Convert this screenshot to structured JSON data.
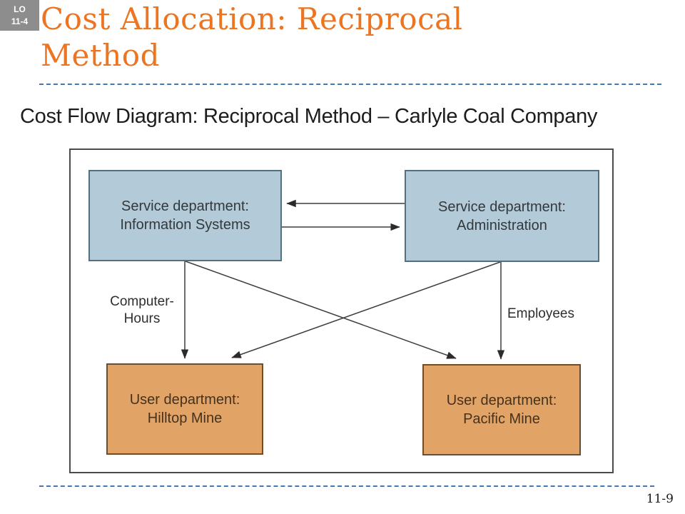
{
  "header": {
    "lo_badge": {
      "line1": "LO",
      "line2": "11-4"
    },
    "title_line1": "Cost Allocation: Reciprocal",
    "title_line2": "Method",
    "subtitle": "Cost Flow Diagram: Reciprocal Method – Carlyle Coal Company"
  },
  "diagram": {
    "boxes": [
      {
        "name": "service-information-systems",
        "label": "Service department:\nInformation Systems"
      },
      {
        "name": "service-administration",
        "label": "Service department:\nAdministration"
      },
      {
        "name": "user-hilltop-mine",
        "label": "User department:\nHilltop Mine"
      },
      {
        "name": "user-pacific-mine",
        "label": "User department:\nPacific Mine"
      }
    ],
    "edge_labels": [
      {
        "name": "computer-hours",
        "text": "Computer-\nHours"
      },
      {
        "name": "employees",
        "text": "Employees"
      }
    ],
    "arrows": [
      {
        "from": "service-administration",
        "to": "service-information-systems"
      },
      {
        "from": "service-information-systems",
        "to": "service-administration"
      },
      {
        "from": "service-information-systems",
        "to": "user-hilltop-mine"
      },
      {
        "from": "service-information-systems",
        "to": "user-pacific-mine"
      },
      {
        "from": "service-administration",
        "to": "user-hilltop-mine"
      },
      {
        "from": "service-administration",
        "to": "user-pacific-mine"
      }
    ],
    "colors": {
      "service_box_fill": "#b3cbd9",
      "service_box_border": "#54707f",
      "user_box_fill": "#e2a466",
      "user_box_border": "#6e4d28",
      "arrow": "#3d3d3d",
      "frame_border": "#4c4c4c"
    }
  },
  "footer": {
    "page_number": "11-9"
  },
  "theme": {
    "title_color": "#ed7420",
    "badge_background": "#8d8d8d",
    "divider_color": "#4478b0"
  }
}
